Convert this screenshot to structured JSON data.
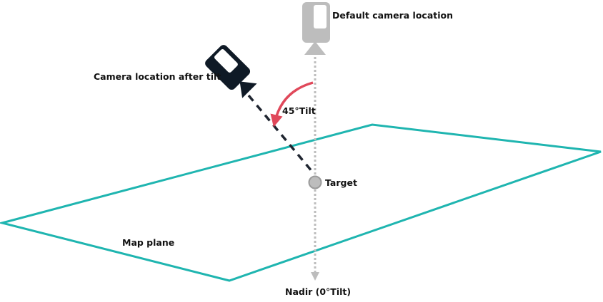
{
  "diagram": {
    "title": "Camera tilt diagram",
    "labels": {
      "default_camera": "Default camera location",
      "tilted_camera": "Camera location after tilt",
      "tilt_angle": "45°Tilt",
      "target": "Target",
      "map_plane": "Map plane",
      "nadir": "Nadir (0°Tilt)"
    },
    "tilt_degrees": 45,
    "colors": {
      "plane": "#1fb5b0",
      "default_camera": "#bdbdbd",
      "tilted_camera": "#0f1a26",
      "tilt_arrow": "#e0485a",
      "nadir_line": "#bdbdbd",
      "target_fill": "#bdbdbd",
      "target_stroke": "#9a9a9a",
      "text": "#111111"
    }
  }
}
